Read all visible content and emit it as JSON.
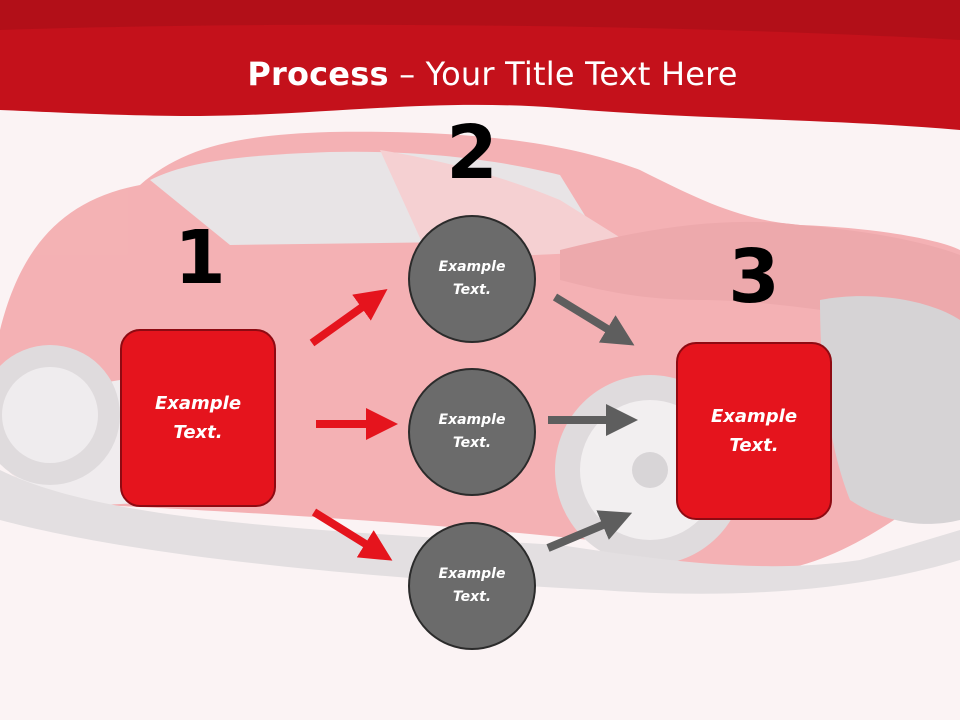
{
  "title": {
    "bold": "Process",
    "rest": " – Your Title Text Here"
  },
  "steps": [
    {
      "number": "1",
      "text": "Example\nText."
    },
    {
      "number": "2",
      "items": [
        "Example\nText.",
        "Example\nText.",
        "Example\nText."
      ]
    },
    {
      "number": "3",
      "text": "Example\nText."
    }
  ],
  "colors": {
    "accent": "#e5141d",
    "accent_dark": "#8e0a12",
    "neutral": "#6b6b6b",
    "header_red": "#c4111b"
  }
}
